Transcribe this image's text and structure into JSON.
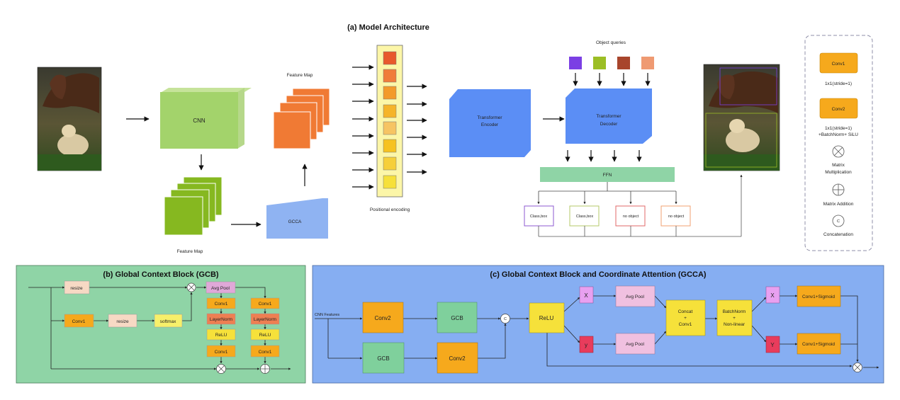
{
  "section_a": {
    "title": "(a) Model Architecture",
    "cnn": "CNN",
    "feature_map_top": "Feature Map",
    "feature_map_bottom": "Feature Map",
    "gcca": "GCCA",
    "positional_encoding": "Positional encoding",
    "transformer_encoder": [
      "Transformer",
      "Encoder"
    ],
    "object_queries": "Object queries",
    "transformer_decoder": [
      "Transformer",
      "Decoder"
    ],
    "ffn": "FFN",
    "outputs": [
      "Class,box",
      "Class,box",
      "no object",
      "no object"
    ],
    "output_colors": [
      "#8e5ad1",
      "#b5c96a",
      "#e06a6a",
      "#f0a070"
    ],
    "query_colors": [
      "#7b3fe4",
      "#9cbe25",
      "#a8452c",
      "#ef9a72"
    ],
    "pos_colors": [
      "#e8582c",
      "#f07c3a",
      "#f39a2a",
      "#f5b42a",
      "#f6c463",
      "#f6c220",
      "#f6cf3a",
      "#f6e03a"
    ],
    "images": [
      "horse-dog-input-image",
      "detection-output-image"
    ]
  },
  "legend": {
    "conv1": "Conv1",
    "conv1_desc": "1x1(stride=1)",
    "conv2": "Conv2",
    "conv2_desc": [
      "1x1(stride=1)",
      "+BatchNorm+ SiLU"
    ],
    "matmul": [
      "Matrix",
      "Multiplication"
    ],
    "matadd": "Matrix Addition",
    "concat_symbol": "C",
    "concat": "Concatenation"
  },
  "section_b": {
    "title": "(b) Global Context Block (GCB)",
    "resize_top": "resize",
    "conv1_left": "Conv1",
    "resize_mid": "resize",
    "softmax": "softmax",
    "avg_pool": "Avg Pool",
    "col1": [
      "Conv1",
      "LayerNorm",
      "ReLU",
      "Conv1"
    ],
    "col2": [
      "Conv1",
      "LayerNorm",
      "ReLU",
      "Conv1"
    ]
  },
  "section_c": {
    "title": "(c) Global Context Block and Coordinate Attention (GCCA)",
    "cnn_features": "CNN Features",
    "conv2_top": "Conv2",
    "gcb_top": "GCB",
    "gcb_bottom": "GCB",
    "conv2_bottom": "Conv2",
    "concat_symbol": "C",
    "relu": "ReLU",
    "x_top": "X",
    "y_bottom": "y",
    "avg_pool_top": "Avg Pool",
    "avg_pool_bottom": "Avg Pool",
    "concat_conv1": [
      "Concat",
      "+",
      "Conv1"
    ],
    "bn_nonlinear": [
      "BatchNorm",
      "+",
      "Non-linear"
    ],
    "x_right": "X",
    "y_right": "Y",
    "conv1_sigmoid_top": "Conv1+Sigmoid",
    "conv1_sigmoid_bottom": "Conv1+Sigmoid"
  }
}
